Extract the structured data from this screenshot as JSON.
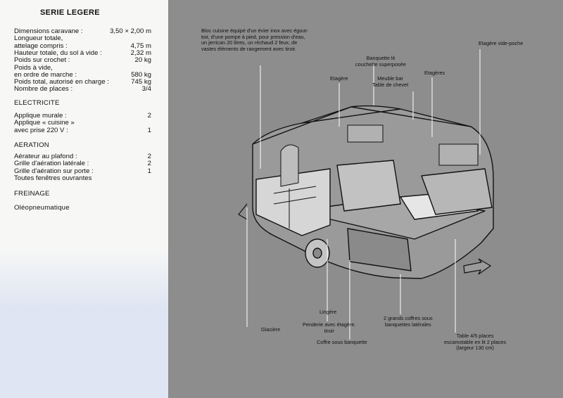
{
  "left": {
    "title": "SERIE LEGERE",
    "specs": [
      {
        "label": "Dimensions caravane :",
        "value": "3,50 × 2,00 m"
      },
      {
        "label": "Longueur totale,",
        "value": ""
      },
      {
        "label": "attelage compris :",
        "value": "4,75 m"
      },
      {
        "label": "Hauteur totale, du sol à vide :",
        "value": "2,32 m"
      },
      {
        "label": "Poids sur crochet :",
        "value": "20 kg"
      },
      {
        "label": "Poids à vide,",
        "value": ""
      },
      {
        "label": "en ordre de marche :",
        "value": "580 kg"
      },
      {
        "label": "Poids total, autorisé en charge :",
        "value": "745 kg"
      },
      {
        "label": "Nombre de places :",
        "value": "3/4"
      }
    ],
    "electricite_title": "ELECTRICITE",
    "electricite": [
      {
        "label": "Applique murale :",
        "value": "2"
      },
      {
        "label": "Applique « cuisine »",
        "value": ""
      },
      {
        "label": "avec prise 220 V :",
        "value": "1"
      }
    ],
    "aeration_title": "AERATION",
    "aeration": [
      {
        "label": "Aérateur au plafond :",
        "value": "2"
      },
      {
        "label": "Grille d'aération latérale :",
        "value": "2"
      },
      {
        "label": "Grille d'aération sur porte :",
        "value": "1"
      },
      {
        "label": "Toutes fenêtres ouvrantes",
        "value": ""
      }
    ],
    "freinage_title": "FREINAGE",
    "freinage_value": "Oléopneumatique"
  },
  "callouts": {
    "bloc_cuisine": "Bloc cuisine équipé d'un évier inox avec égout-\ntoir, d'une pompe à pied, pour pression d'eau,\nun jerrican 20 litres, un réchaud 2 feux, de\nvastes éléments de rangement avec tiroir.",
    "etagere_videpoche": "Etagère vide-poche",
    "banquette_lit": "Banquette lit\ncouchette superposée",
    "etagere": "Etagère",
    "meuble_bar": "Meuble bar\nTable de chevet",
    "etageres": "Etagères",
    "lingere": "Lingère",
    "glaciere": "Glacière",
    "penderie": "Penderie avec étagère.\ntiroir",
    "coffre": "Coffre sous banquette",
    "grands_coffres": "2 grands coffres sous\nbanquettes latérales",
    "table": "Table 4/5 places\nescamotable en lit 2 places\n(largeur 130 cm)"
  }
}
